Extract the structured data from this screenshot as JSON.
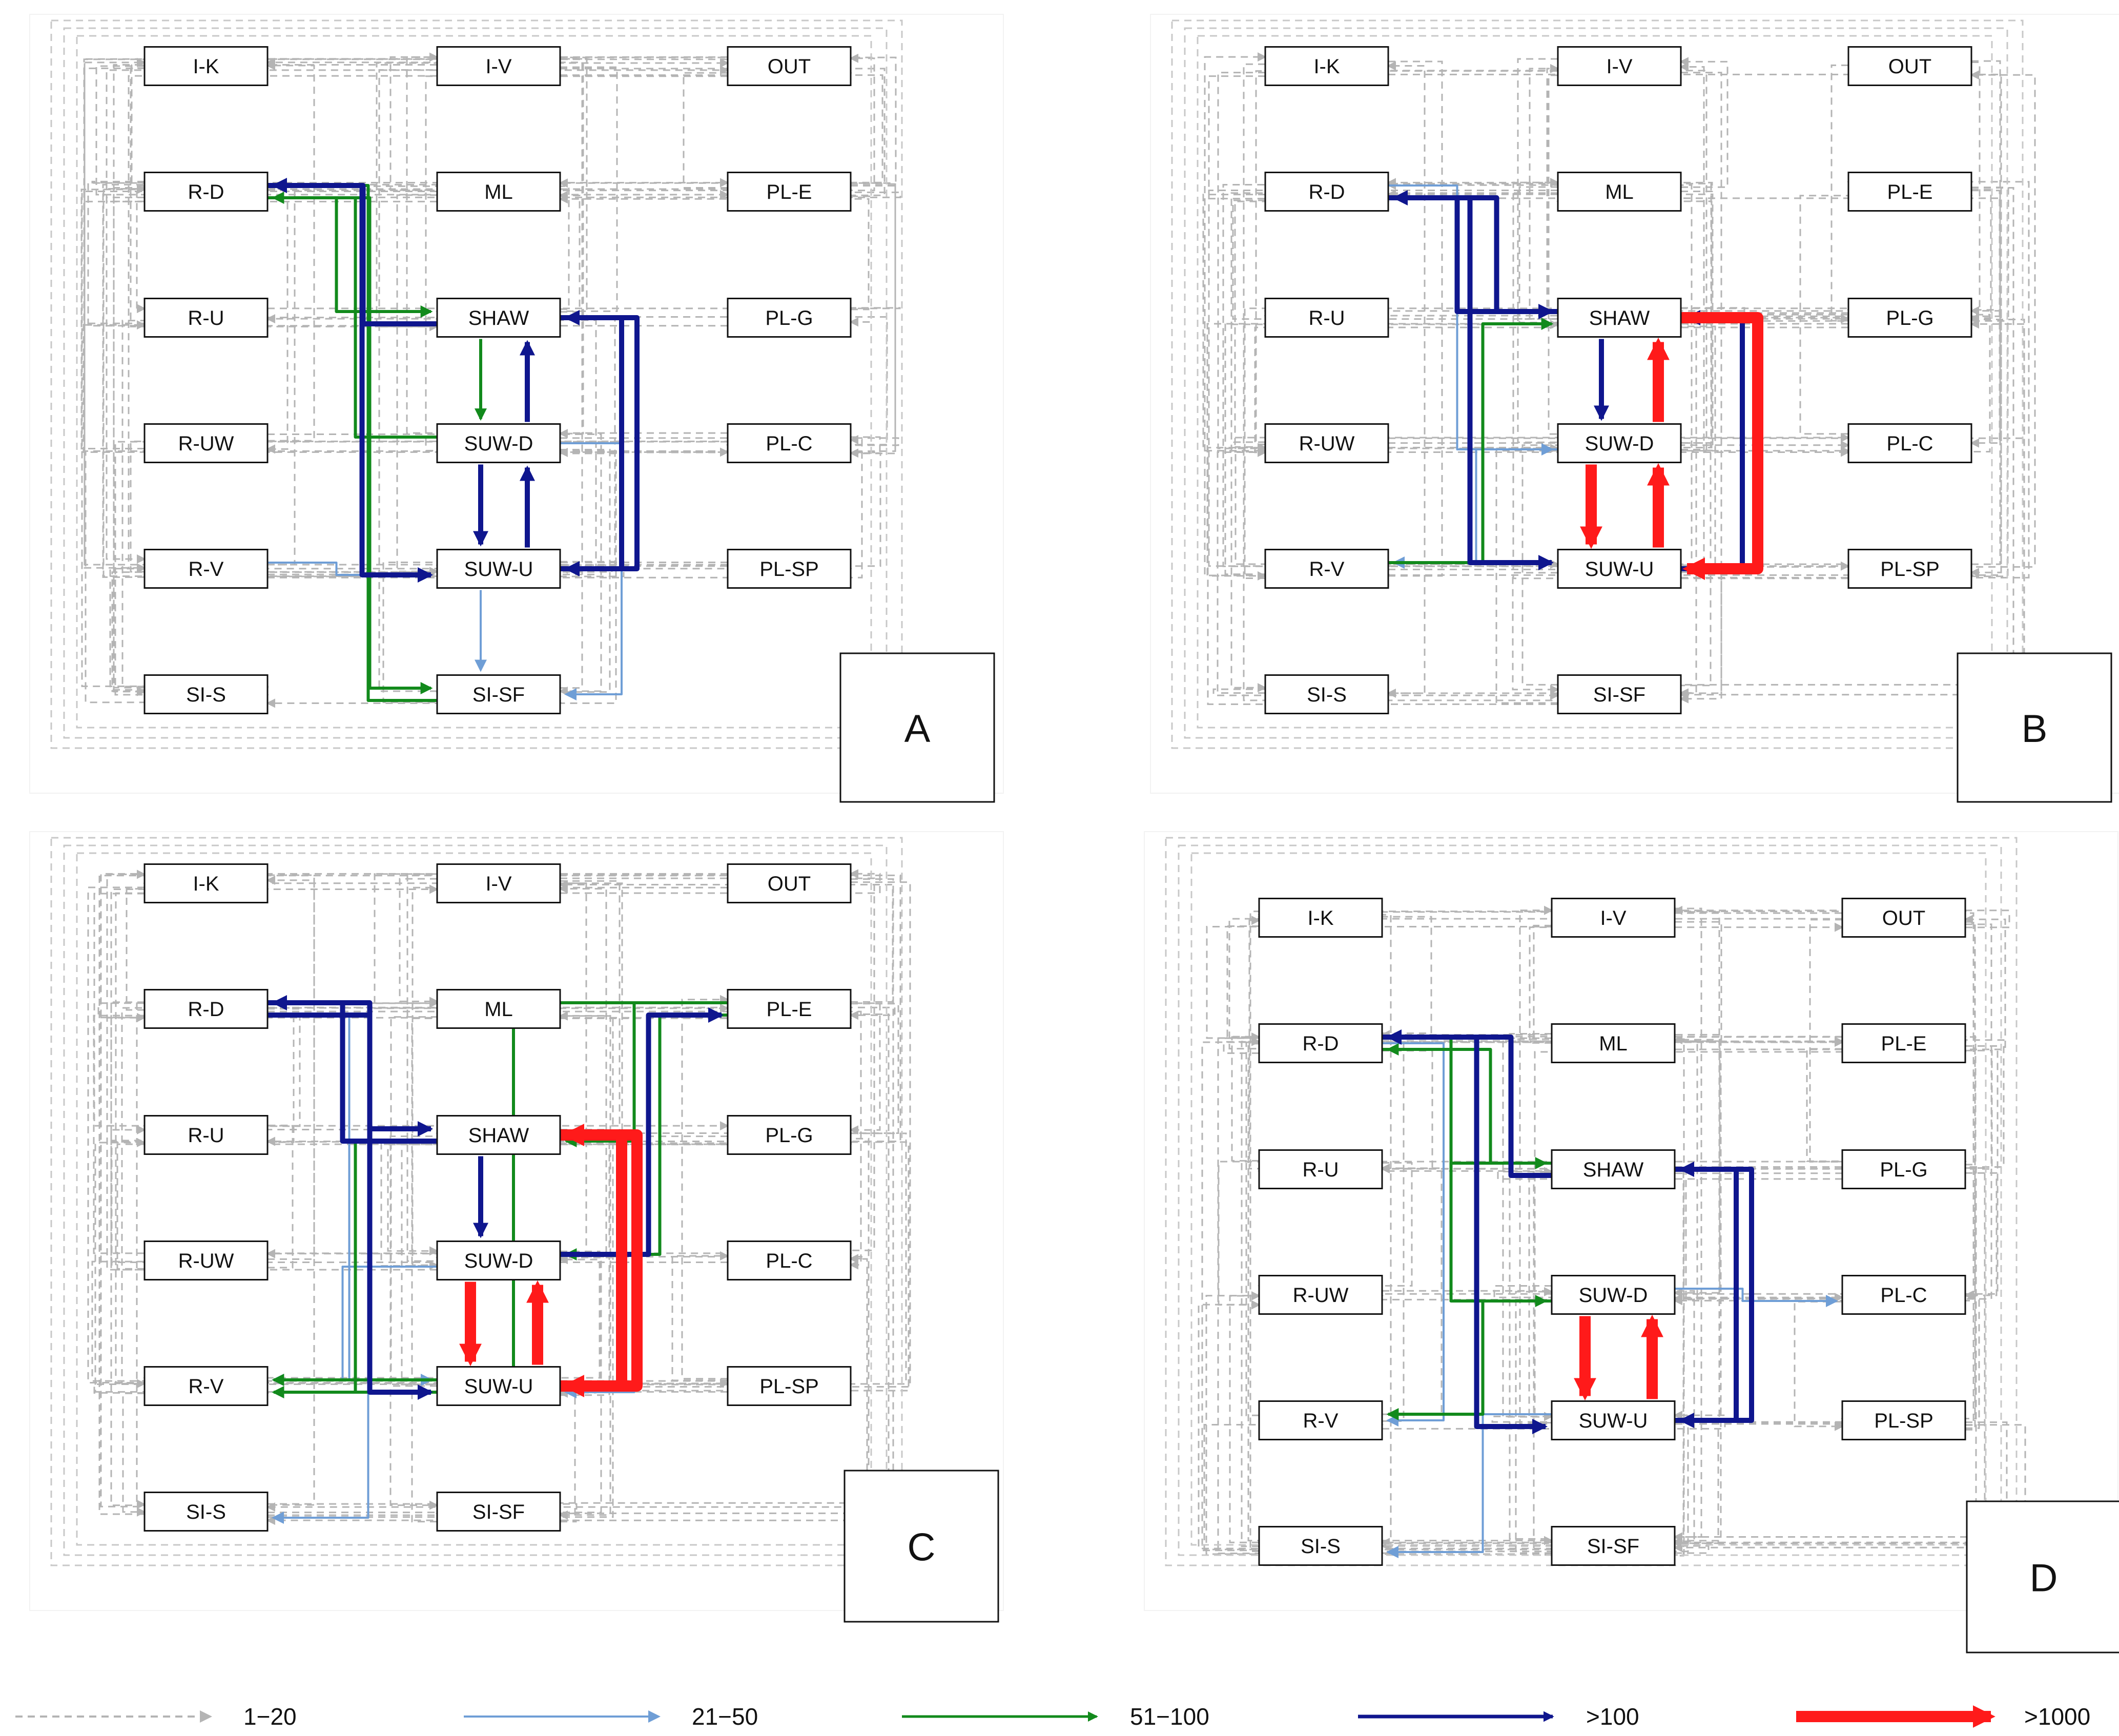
{
  "node_labels": [
    "I-K",
    "I-V",
    "OUT",
    "R-D",
    "ML",
    "PL-E",
    "R-U",
    "SHAW",
    "PL-G",
    "R-UW",
    "SUW-D",
    "PL-C",
    "R-V",
    "SUW-U",
    "PL-SP",
    "SI-S",
    "SI-SF"
  ],
  "panels": [
    {
      "label": "A"
    },
    {
      "label": "B"
    },
    {
      "label": "C"
    },
    {
      "label": "D"
    }
  ],
  "legend": [
    {
      "label": "1−20",
      "color": "#b4b4b4",
      "style": "dashed"
    },
    {
      "label": "21−50",
      "color": "#6f9ed6",
      "style": "solid"
    },
    {
      "label": "51−100",
      "color": "#128a1c",
      "style": "solid"
    },
    {
      "label": ">100",
      "color": "#0f168e",
      "style": "solid"
    },
    {
      "label": ">1000",
      "color": "#ff1a1a",
      "style": "solid"
    }
  ],
  "colors": {
    "grey_dashed": "#b4b4b4",
    "light_blue": "#6f9ed6",
    "green": "#128a1c",
    "navy": "#0f168e",
    "red": "#ff1a1a"
  },
  "flows": {
    "A": [
      {
        "from": "R-D",
        "to": "SHAW",
        "level": "51-100"
      },
      {
        "from": "SUW-D",
        "to": "R-D",
        "level": "51-100"
      },
      {
        "from": "SI-SF",
        "to": "R-D",
        "level": "51-100"
      },
      {
        "from": "SHAW",
        "to": "SUW-D",
        "level": "51-100"
      },
      {
        "from": "R-D",
        "to": "SI-SF",
        "level": "51-100"
      },
      {
        "from": "R-D",
        "to": "SUW-U",
        "level": ">100"
      },
      {
        "from": "SHAW",
        "to": "R-D",
        "level": ">100"
      },
      {
        "from": "SUW-U",
        "to": "SHAW",
        "level": ">100"
      },
      {
        "from": "SHAW",
        "to": "SUW-U",
        "level": ">100"
      },
      {
        "from": "SUW-D",
        "to": "SUW-U",
        "level": ">100"
      },
      {
        "from": "SUW-U",
        "to": "SUW-D",
        "level": ">100"
      },
      {
        "from": "SUW-D",
        "to": "SHAW",
        "level": ">100"
      },
      {
        "from": "R-V",
        "to": "SUW-U",
        "level": "21-50"
      },
      {
        "from": "SUW-D",
        "to": "SI-SF",
        "level": "21-50"
      },
      {
        "from": "SUW-U",
        "to": "SI-SF",
        "level": "21-50"
      }
    ],
    "B": [
      {
        "from": "R-D",
        "to": "SHAW",
        "level": ">100"
      },
      {
        "from": "SHAW",
        "to": "R-D",
        "level": ">100"
      },
      {
        "from": "SHAW",
        "to": "SUW-D",
        "level": ">100"
      },
      {
        "from": "SUW-U",
        "to": "SHAW",
        "level": ">100"
      },
      {
        "from": "R-D",
        "to": "SUW-U",
        "level": ">100"
      },
      {
        "from": "SUW-D",
        "to": "SHAW",
        "level": ">1000"
      },
      {
        "from": "SHAW",
        "to": "SUW-U",
        "level": ">1000"
      },
      {
        "from": "SUW-D",
        "to": "SUW-U",
        "level": ">1000"
      },
      {
        "from": "SUW-U",
        "to": "SUW-D",
        "level": ">1000"
      },
      {
        "from": "R-V",
        "to": "SHAW",
        "level": "51-100"
      },
      {
        "from": "R-D",
        "to": "SUW-D",
        "level": "21-50"
      },
      {
        "from": "SUW-D",
        "to": "R-V",
        "level": "21-50"
      }
    ],
    "C": [
      {
        "from": "SHAW",
        "to": "SUW-U",
        "level": ">1000"
      },
      {
        "from": "SUW-U",
        "to": "SHAW",
        "level": ">1000"
      },
      {
        "from": "SUW-D",
        "to": "SUW-U",
        "level": ">1000"
      },
      {
        "from": "SUW-U",
        "to": "SUW-D",
        "level": ">1000"
      },
      {
        "from": "SHAW",
        "to": "R-D",
        "level": ">100"
      },
      {
        "from": "R-D",
        "to": "SUW-U",
        "level": ">100"
      },
      {
        "from": "SHAW",
        "to": "SUW-D",
        "level": ">100"
      },
      {
        "from": "SUW-D",
        "to": "PL-E",
        "level": ">100"
      },
      {
        "from": "R-D",
        "to": "SHAW",
        "level": ">100"
      },
      {
        "from": "SUW-U",
        "to": "R-V",
        "level": "51-100"
      },
      {
        "from": "PL-E",
        "to": "SUW-D",
        "level": "51-100"
      },
      {
        "from": "PL-E",
        "to": "SHAW",
        "level": "51-100"
      },
      {
        "from": "SHAW",
        "to": "R-V",
        "level": "51-100"
      },
      {
        "from": "PL-E",
        "to": "R-V",
        "level": "51-100"
      },
      {
        "from": "PL-E",
        "to": "SUW-U",
        "level": "21-50"
      },
      {
        "from": "R-D",
        "to": "SUW-U",
        "level": "21-50"
      },
      {
        "from": "SUW-U",
        "to": "SI-S",
        "level": "21-50"
      },
      {
        "from": "SUW-D",
        "to": "R-V",
        "level": "21-50"
      }
    ],
    "D": [
      {
        "from": "SUW-D",
        "to": "SUW-U",
        "level": ">1000"
      },
      {
        "from": "SUW-U",
        "to": "SUW-D",
        "level": ">1000"
      },
      {
        "from": "SHAW",
        "to": "R-D",
        "level": ">100"
      },
      {
        "from": "R-D",
        "to": "SUW-U",
        "level": ">100"
      },
      {
        "from": "SUW-U",
        "to": "SHAW",
        "level": ">100"
      },
      {
        "from": "SHAW",
        "to": "SUW-U",
        "level": ">100"
      },
      {
        "from": "R-D",
        "to": "SHAW",
        "level": "51-100"
      },
      {
        "from": "SHAW",
        "to": "R-D",
        "level": "51-100"
      },
      {
        "from": "SUW-D",
        "to": "R-V",
        "level": "51-100"
      },
      {
        "from": "R-D",
        "to": "SUW-D",
        "level": "51-100"
      },
      {
        "from": "SUW-D",
        "to": "PL-C",
        "level": "21-50"
      },
      {
        "from": "R-D",
        "to": "R-V",
        "level": "21-50"
      },
      {
        "from": "SUW-U",
        "to": "SI-S",
        "level": "21-50"
      }
    ]
  }
}
